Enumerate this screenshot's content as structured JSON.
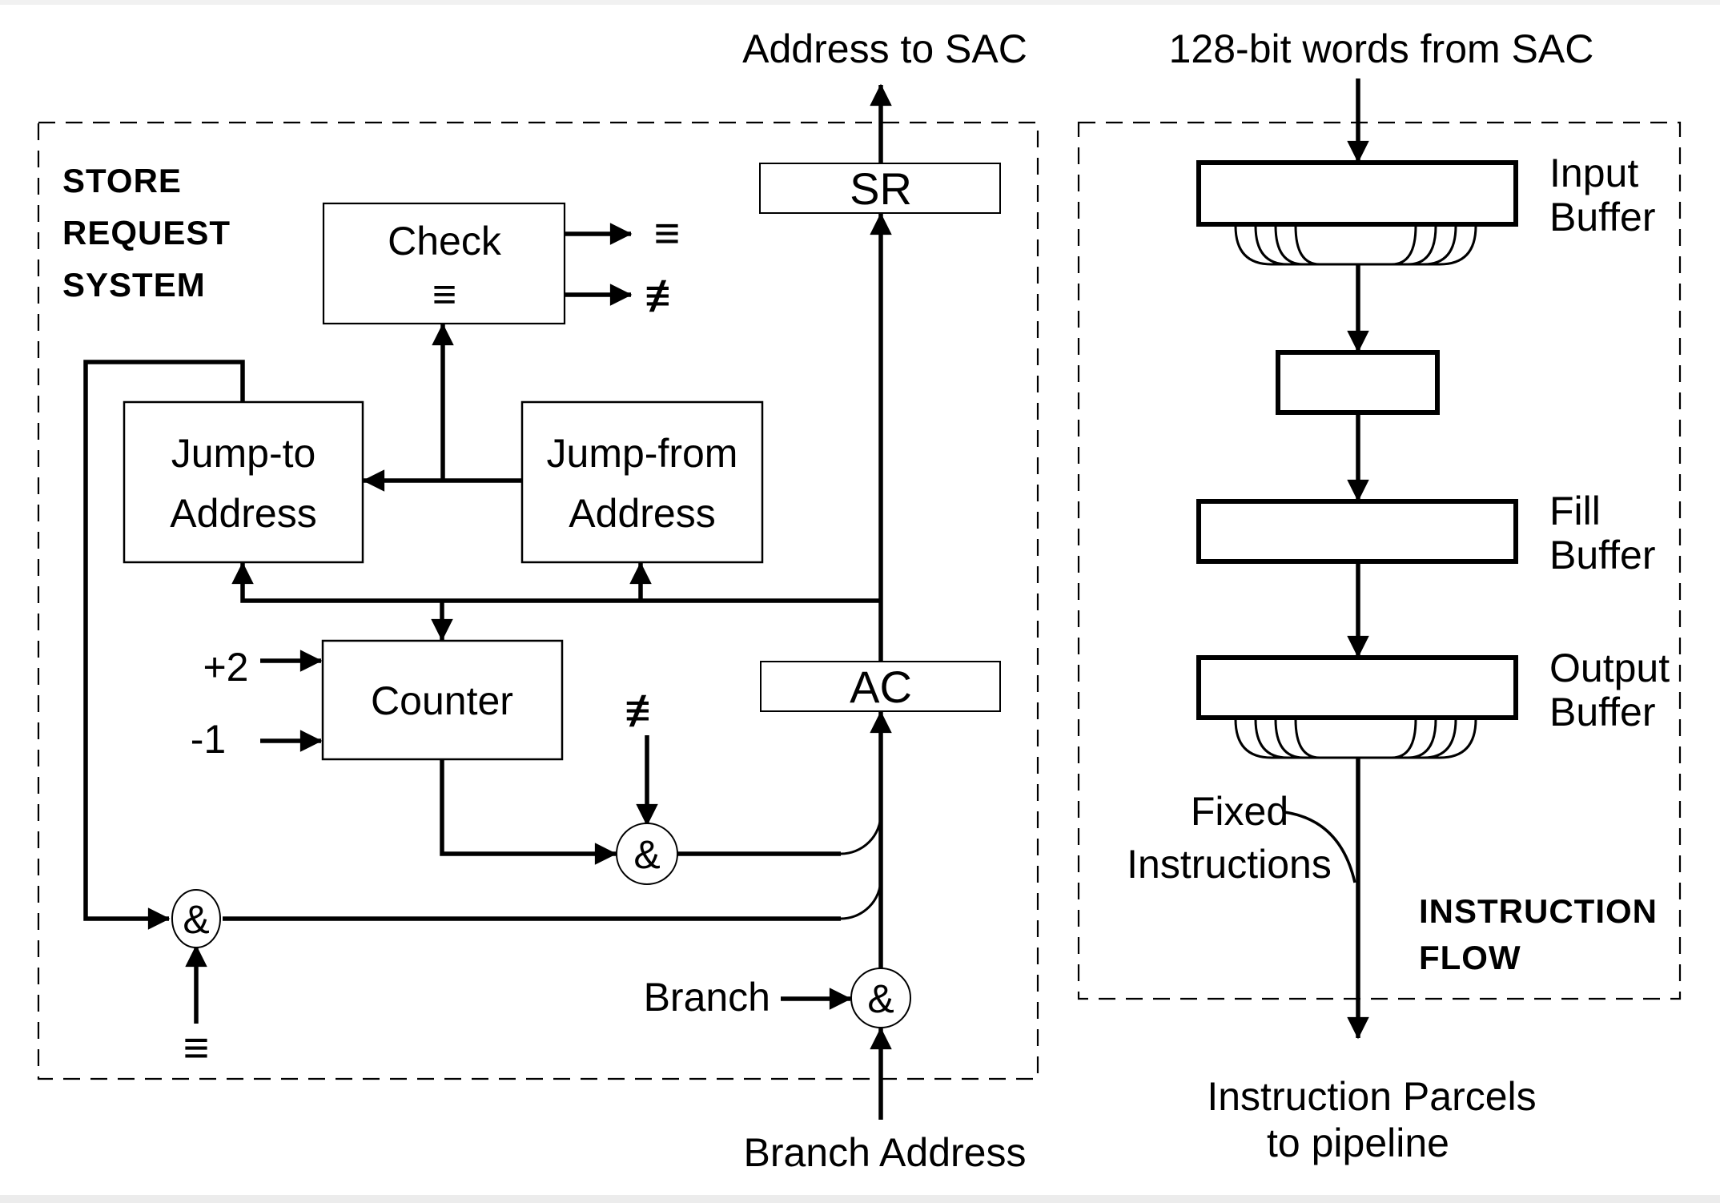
{
  "left": {
    "title1": "STORE",
    "title2": "REQUEST",
    "title3": "SYSTEM",
    "address_to_sac": "Address to SAC",
    "check1": "Check",
    "check2": "≡",
    "equiv_out": "≡",
    "nequiv_out": "≢",
    "sr": "SR",
    "ac": "AC",
    "jumpto1": "Jump-to",
    "jumpto2": "Address",
    "jumpfrom1": "Jump-from",
    "jumpfrom2": "Address",
    "counter": "Counter",
    "plus2": "+2",
    "minus1": "-1",
    "nequiv_in": "≢",
    "equiv_in": "≡",
    "and": "&",
    "branch": "Branch",
    "branch_address": "Branch Address"
  },
  "right": {
    "words_from_sac": "128-bit words from SAC",
    "input1": "Input",
    "input2": "Buffer",
    "fill1": "Fill",
    "fill2": "Buffer",
    "output1": "Output",
    "output2": "Buffer",
    "fixed1": "Fixed",
    "fixed2": "Instructions",
    "flow1": "INSTRUCTION",
    "flow2": "FLOW",
    "parcels1": "Instruction Parcels",
    "parcels2": "to pipeline"
  },
  "colors": {
    "line": "#000000",
    "background": "#ffffff"
  }
}
